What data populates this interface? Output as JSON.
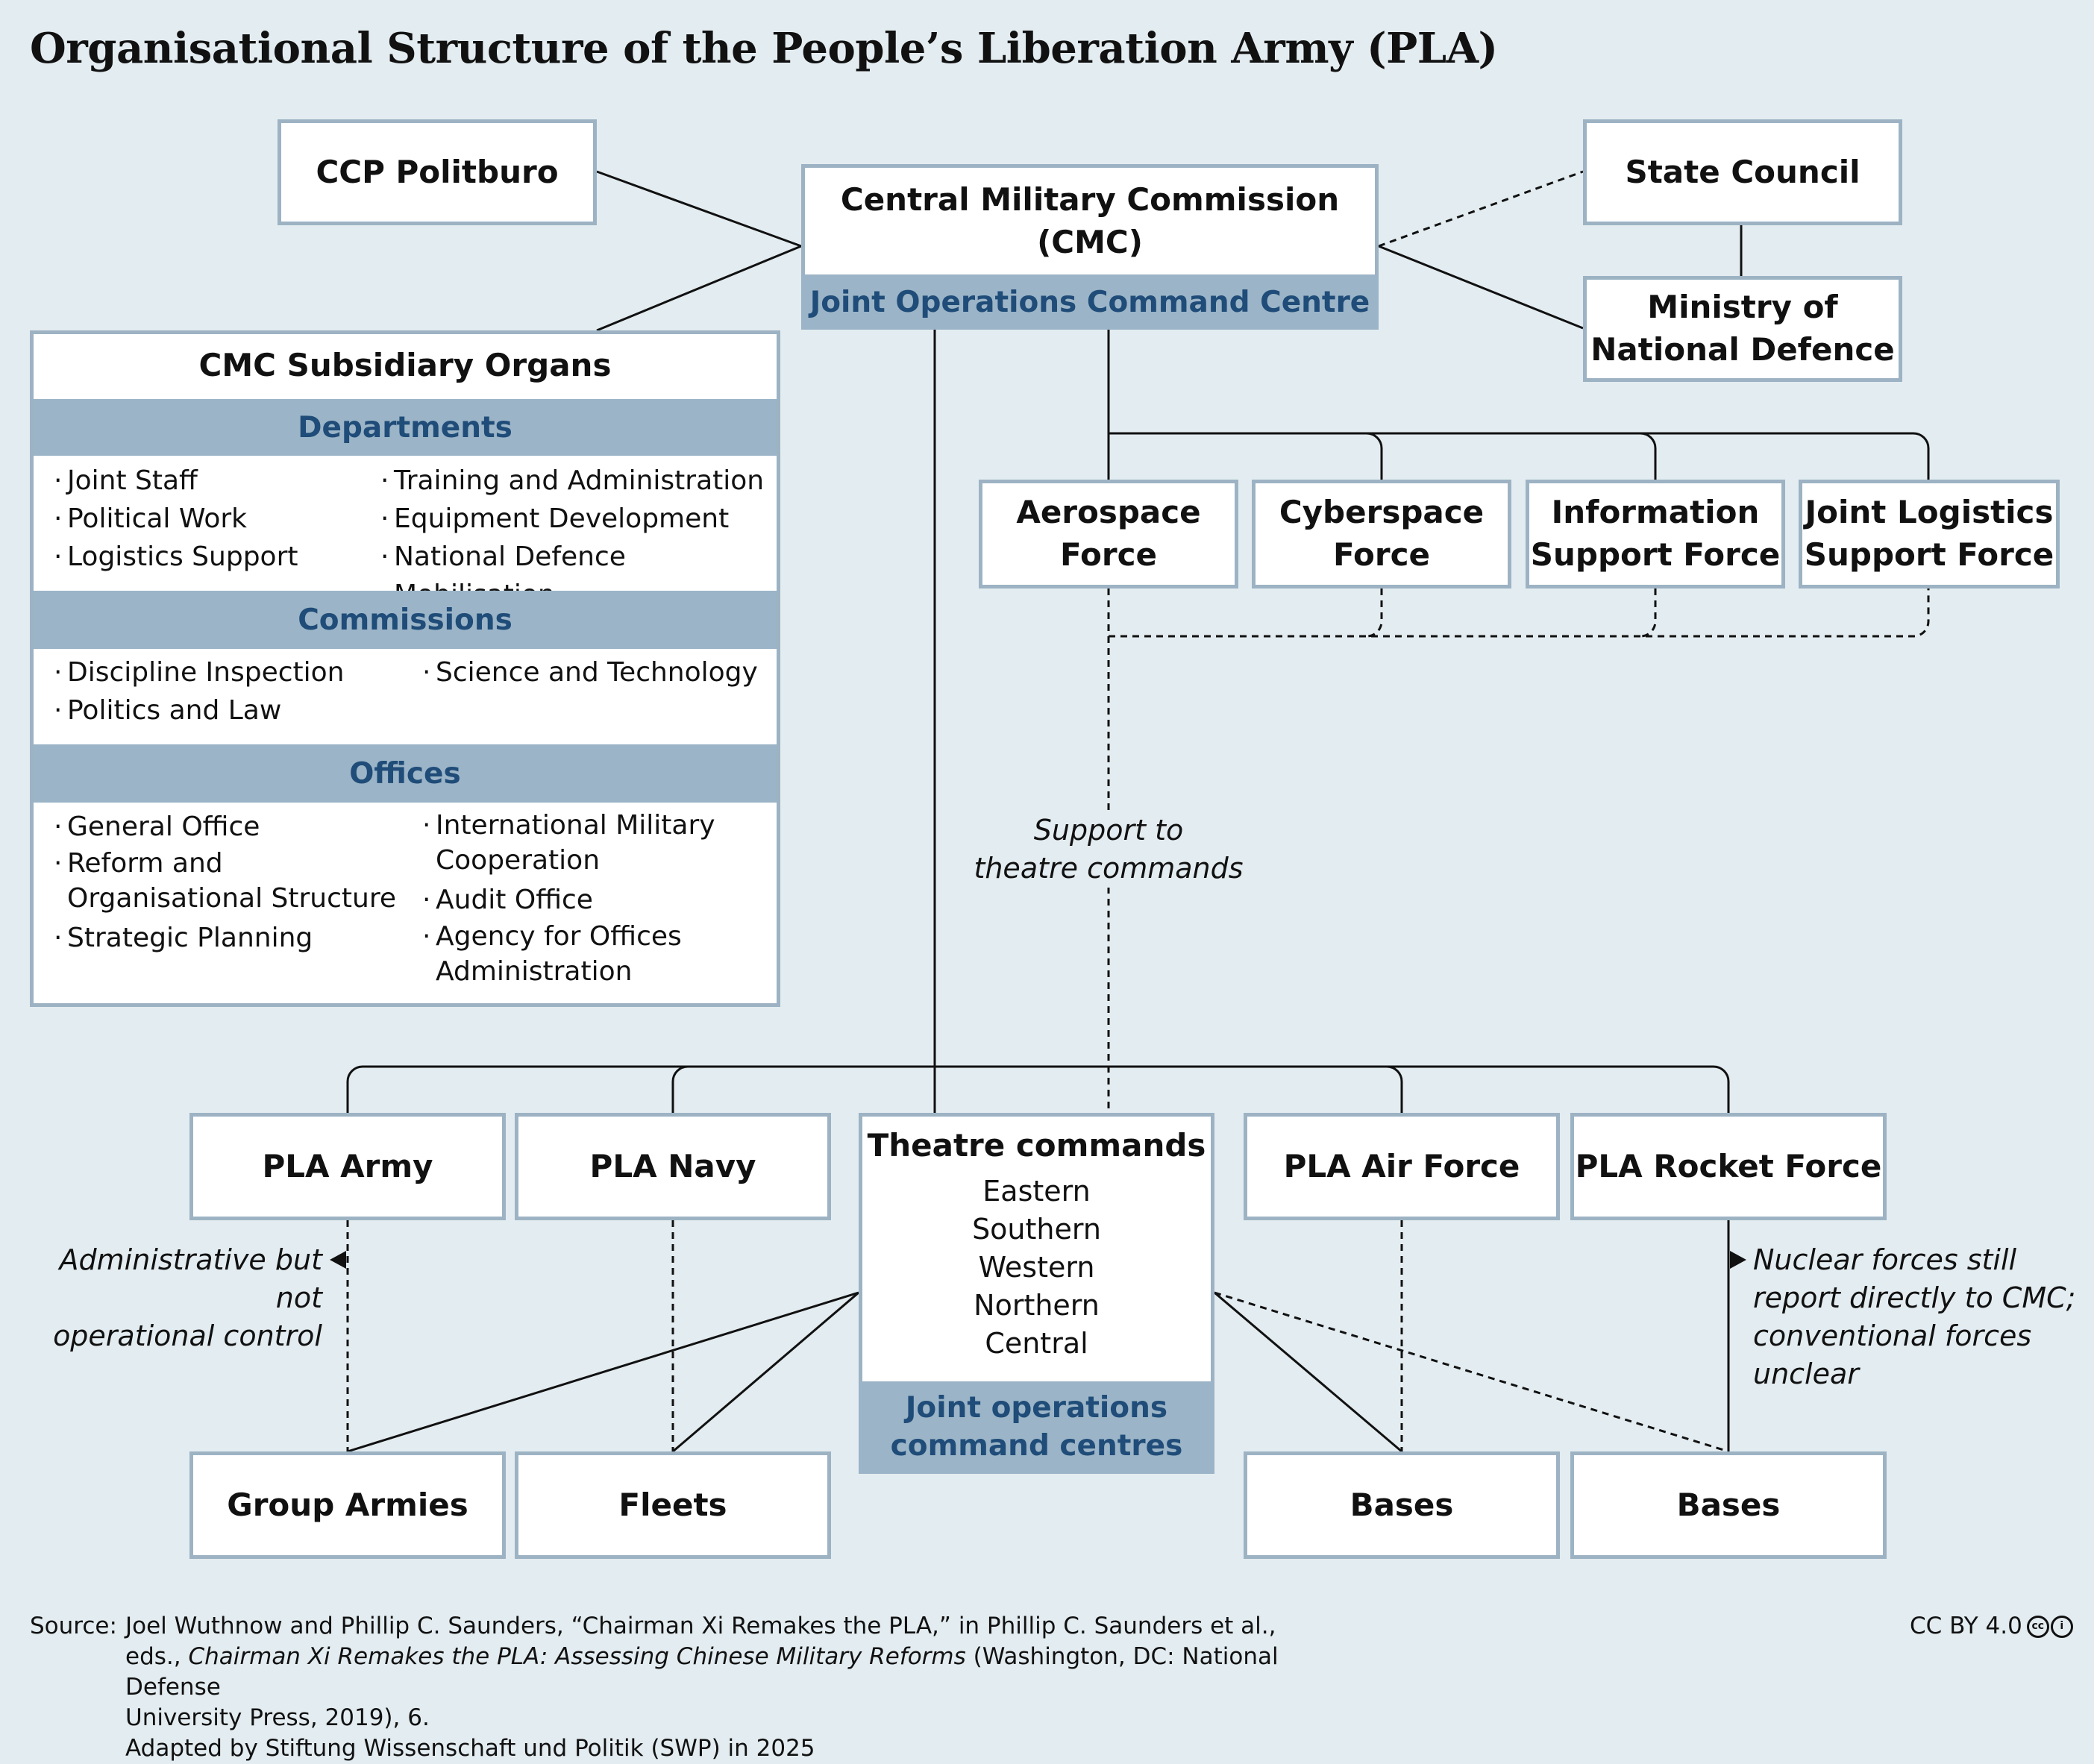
{
  "title": "Organisational Structure of the People’s Liberation Army (PLA)",
  "top": {
    "politburo": "CCP Politburo",
    "cmc": "Central Military Commission (CMC)",
    "cmc_band": "Joint Operations Command Centre",
    "state_council": "State Council",
    "ministry_line1": "Ministry of",
    "ministry_line2": "National Defence"
  },
  "subsidiary": {
    "title": "CMC Subsidiary Organs",
    "departments": {
      "heading": "Departments",
      "col1": [
        "Joint Staff",
        "Political Work",
        "Logistics Support"
      ],
      "col2": [
        "Training and Administration",
        "Equipment Development",
        "National Defence Mobilisation"
      ]
    },
    "commissions": {
      "heading": "Commissions",
      "col1": [
        "Discipline Inspection",
        "Politics and Law"
      ],
      "col2": [
        "Science and Technology"
      ]
    },
    "offices": {
      "heading": "Offices",
      "col1": [
        "General Office",
        "Reform and Organisational Structure",
        "Strategic Planning"
      ],
      "col2": [
        "International Military Cooperation",
        "Audit Office",
        "Agency for Offices Administration"
      ]
    }
  },
  "forces": {
    "aerospace_l1": "Aerospace",
    "aerospace_l2": "Force",
    "cyberspace_l1": "Cyberspace",
    "cyberspace_l2": "Force",
    "info_l1": "Information",
    "info_l2": "Support Force",
    "logistics_l1": "Joint Logistics",
    "logistics_l2": "Support Force"
  },
  "support_note_l1": "Support to",
  "support_note_l2": "theatre commands",
  "services": {
    "army": "PLA Army",
    "navy": "PLA Navy",
    "air_force": "PLA Air Force",
    "rocket_force": "PLA Rocket Force"
  },
  "theatre": {
    "title": "Theatre commands",
    "commands": [
      "Eastern",
      "Southern",
      "Western",
      "Northern",
      "Central"
    ],
    "band_l1": "Joint operations",
    "band_l2": "command centres"
  },
  "lower": {
    "group_armies": "Group Armies",
    "fleets": "Fleets",
    "bases_air": "Bases",
    "bases_rocket": "Bases"
  },
  "notes": {
    "admin_l1": "Administrative but not",
    "admin_l2": "operational control",
    "nuclear_l1": "Nuclear forces still",
    "nuclear_l2": "report directly to CMC;",
    "nuclear_l3": "conventional forces",
    "nuclear_l4": "unclear"
  },
  "source": {
    "label": "Source:",
    "line1": "Joel Wuthnow and Phillip C. Saunders, “Chairman Xi Remakes the PLA,” in Phillip C. Saunders et al.,",
    "line2_pre": "eds., ",
    "line2_italic": "Chairman Xi Remakes the PLA: Assessing  Chinese Military Reforms",
    "line2_post": " (Washington, DC: National Defense",
    "line3": "University Press, 2019), 6.",
    "line4": "Adapted by Stiftung Wissenschaft und Politik (SWP) in 2025"
  },
  "license": "CC BY 4.0",
  "colors": {
    "background": "#e3ecf0",
    "band": "#9bb4c7",
    "band_text": "#1f4c78",
    "border": "#9db3c4"
  }
}
